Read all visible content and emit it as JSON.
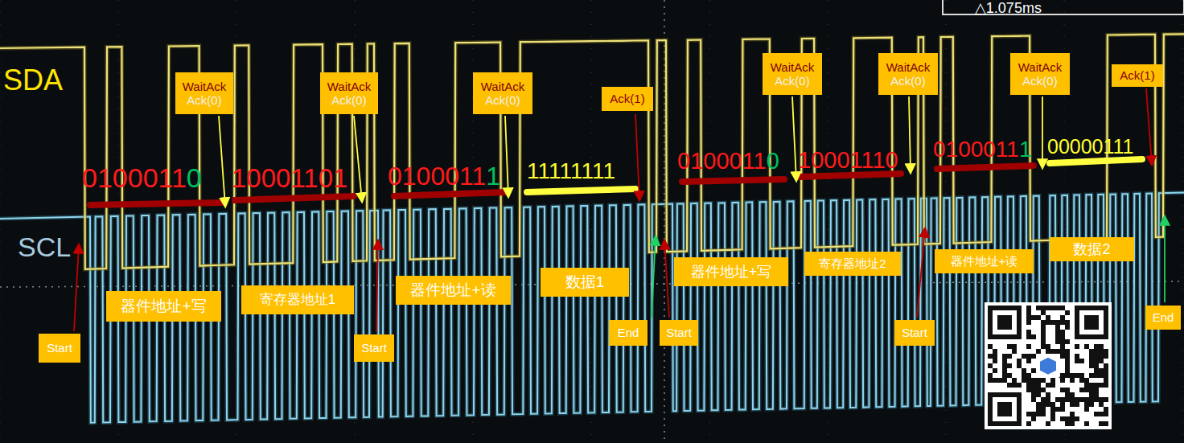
{
  "diagram": {
    "nodes": [
      {
        "text": [
          "WaitAck",
          "Ack(0)"
        ]
      },
      {
        "text": [
          "WaitAck",
          "Ack(0)"
        ]
      },
      {
        "text": [
          "WaitAck",
          "Ack(0)"
        ]
      },
      {
        "text": [
          "Ack(1)"
        ]
      },
      {
        "text": [
          "WaitAck",
          "Ack(0)"
        ]
      },
      {
        "text": [
          "WaitAck",
          "Ack(0)"
        ]
      },
      {
        "text": [
          "WaitAck",
          "Ack(0)"
        ]
      },
      {
        "text": [
          "Ack(1)"
        ]
      },
      {
        "text": [
          "器件地址+写"
        ]
      },
      {
        "text": [
          "寄存器地址1"
        ]
      },
      {
        "text": [
          "器件地址+读"
        ]
      },
      {
        "text": [
          "数据1"
        ]
      },
      {
        "text": [
          "器件地址+写"
        ]
      },
      {
        "text": [
          "寄存器地址2"
        ]
      },
      {
        "text": [
          "器件地址+读"
        ]
      },
      {
        "text": [
          "数据2"
        ]
      },
      {
        "text": [
          "Start"
        ]
      },
      {
        "text": [
          "Start"
        ]
      },
      {
        "text": [
          "End"
        ]
      },
      {
        "text": [
          "Start"
        ]
      },
      {
        "text": [
          "Start"
        ]
      },
      {
        "text": [
          "End"
        ]
      }
    ],
    "labels": [
      "SDA",
      "SCL",
      "0100011",
      "0",
      "10001101",
      "0100011",
      "1",
      "11111111",
      "0100011",
      "0",
      "10001110",
      "0100011",
      "1",
      "00000111",
      "△1.075ms"
    ]
  }
}
